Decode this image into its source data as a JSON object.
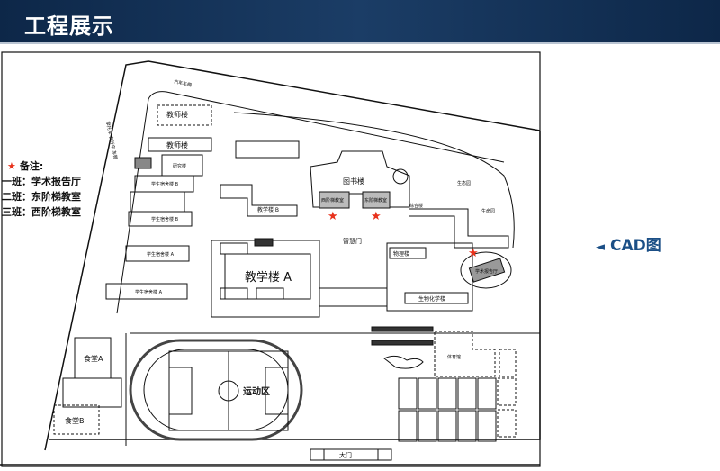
{
  "header": {
    "title": "工程展示"
  },
  "side_label": {
    "arrow": "◄",
    "text": "CAD图"
  },
  "legend": {
    "title": "备注:",
    "items": [
      "一班：学术报告厅",
      "二班：东阶梯教室",
      "三班：西阶梯教室"
    ],
    "star_color": "#e8321c"
  },
  "map": {
    "roads": {
      "car_shed": "汽车车棚",
      "bike_shed": "摩托车 自行车 车棚"
    },
    "buildings": {
      "teacher_1": "教师楼",
      "teacher_2": "教师楼",
      "research": "研究楼",
      "dorm_b1": "学生宿舍楼 B",
      "dorm_b2": "学生宿舍楼 B",
      "dorm_a1": "学生宿舍楼 A",
      "dorm_a2": "学生宿舍楼 A",
      "library": "图书楼",
      "west_hall": "西阶梯教室",
      "east_hall": "东阶梯教室",
      "teaching_b": "教学楼 B",
      "wisdom_gate": "智慧门",
      "complex": "综合楼",
      "garden": "生态园",
      "life_garden": "生命园",
      "teaching_a": "教学楼 A",
      "physics": "物理楼",
      "biochem": "生物化学楼",
      "lecture_hall": "学术报告厅",
      "canteen_a": "食堂A",
      "canteen_b": "食堂B",
      "sports": "运动区",
      "gym": "体育馆",
      "main_gate": "大门"
    }
  }
}
